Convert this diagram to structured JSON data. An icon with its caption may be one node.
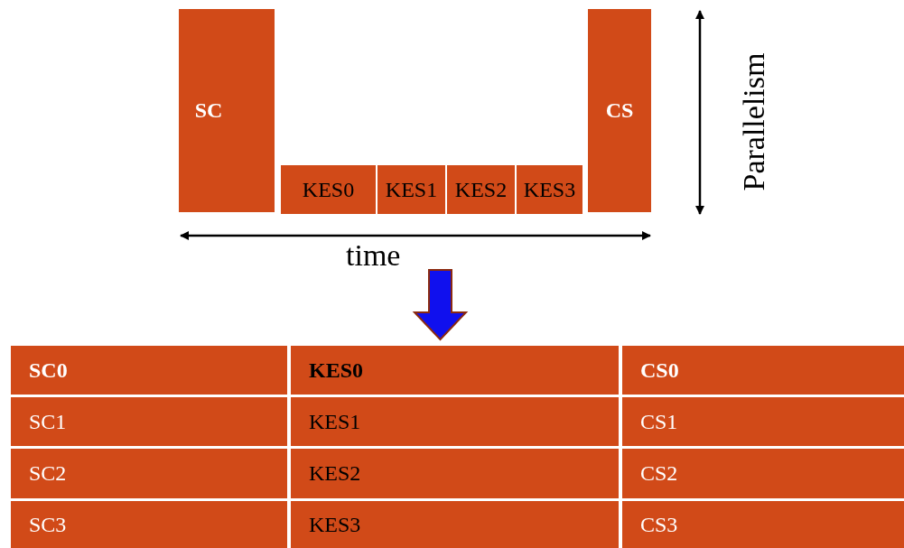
{
  "diagram": {
    "nodes": [
      {
        "text": [
          "SC"
        ]
      },
      {
        "text": [
          "KES0"
        ]
      },
      {
        "text": [
          "KES1"
        ]
      },
      {
        "text": [
          "KES2"
        ]
      },
      {
        "text": [
          "KES3"
        ]
      },
      {
        "text": [
          "CS"
        ]
      }
    ],
    "edges": [],
    "labels": [
      "time",
      "Parallelism",
      "SC0",
      "KES0",
      "CS0",
      "SC1",
      "KES1",
      "CS1",
      "SC2",
      "KES2",
      "CS2",
      "SC3",
      "KES3",
      "CS3"
    ]
  }
}
